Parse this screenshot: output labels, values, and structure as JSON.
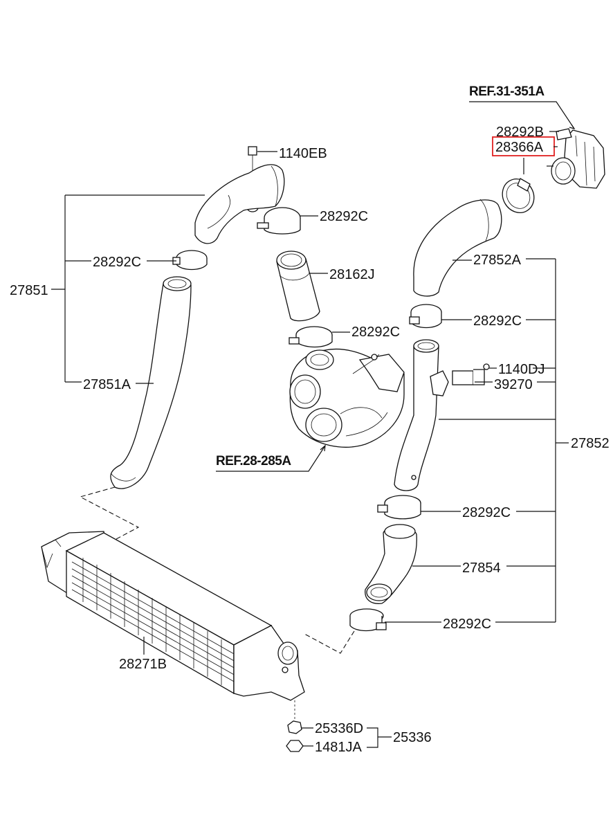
{
  "colors": {
    "highlight_box": "#e02020",
    "ink": "#111111",
    "background": "#ffffff"
  },
  "labels": {
    "ref_31_351a": "REF.31-351A",
    "p28292b": "28292B",
    "p28366a": "28366A",
    "p1140eb": "1140EB",
    "p28292c_top": "28292C",
    "p28162j": "28162J",
    "p28292c_turbo": "28292C",
    "p28292c_left": "28292C",
    "p27851": "27851",
    "p27851a": "27851A",
    "ref_28_285a": "REF.28-285A",
    "p27852a": "27852A",
    "p28292c_right1": "28292C",
    "p1140dj": "1140DJ",
    "p39270": "39270",
    "p27852": "27852",
    "p28292c_right2": "28292C",
    "p27854": "27854",
    "p28292c_bottom": "28292C",
    "p28271b": "28271B",
    "p25336d": "25336D",
    "p1481ja": "1481JA",
    "p25336": "25336"
  },
  "highlighted_part": "28366A"
}
